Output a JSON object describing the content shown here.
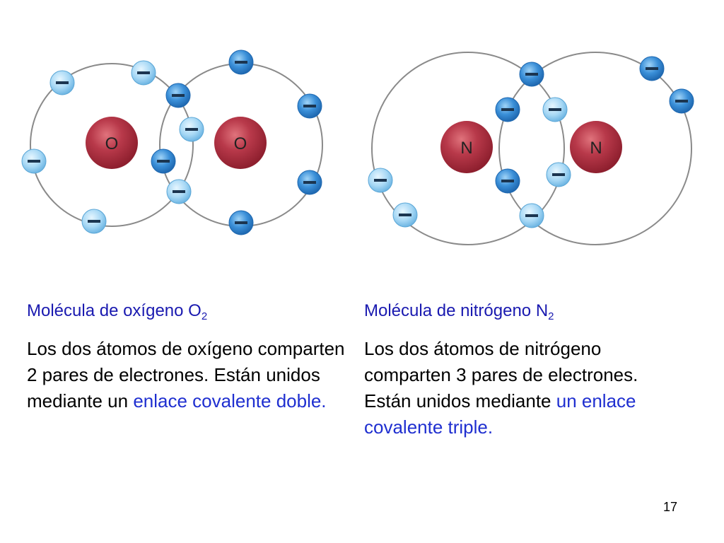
{
  "colors": {
    "orbit": "#8a8a8a",
    "nucleus": "#b2303f",
    "nucleus_highlight": "#e0737c",
    "electron_light": "#a7d8f5",
    "electron_dark": "#3a8fd8",
    "caption_blue": "#1f2fd0",
    "title_blue": "#1a1ab0"
  },
  "oxygen": {
    "atom_label_1": "O",
    "atom_label_2": "O",
    "electron_symbol": "–",
    "title_text": "Molécula de oxígeno  O",
    "title_sub": "2",
    "body_part1": "Los dos átomos de oxígeno comparten 2 pares de electrones. Están unidos mediante un ",
    "body_highlight": "enlace covalente doble."
  },
  "nitrogen": {
    "atom_label_1": "N",
    "atom_label_2": "N",
    "electron_symbol": "–",
    "title_text": "Molécula de nitrógeno  N",
    "title_sub": "2",
    "body_part1": "Los dos átomos de nitrógeno comparten 3 pares de electrones. Están unidos mediante ",
    "body_highlight": "un enlace covalente triple."
  },
  "page_number": "17"
}
